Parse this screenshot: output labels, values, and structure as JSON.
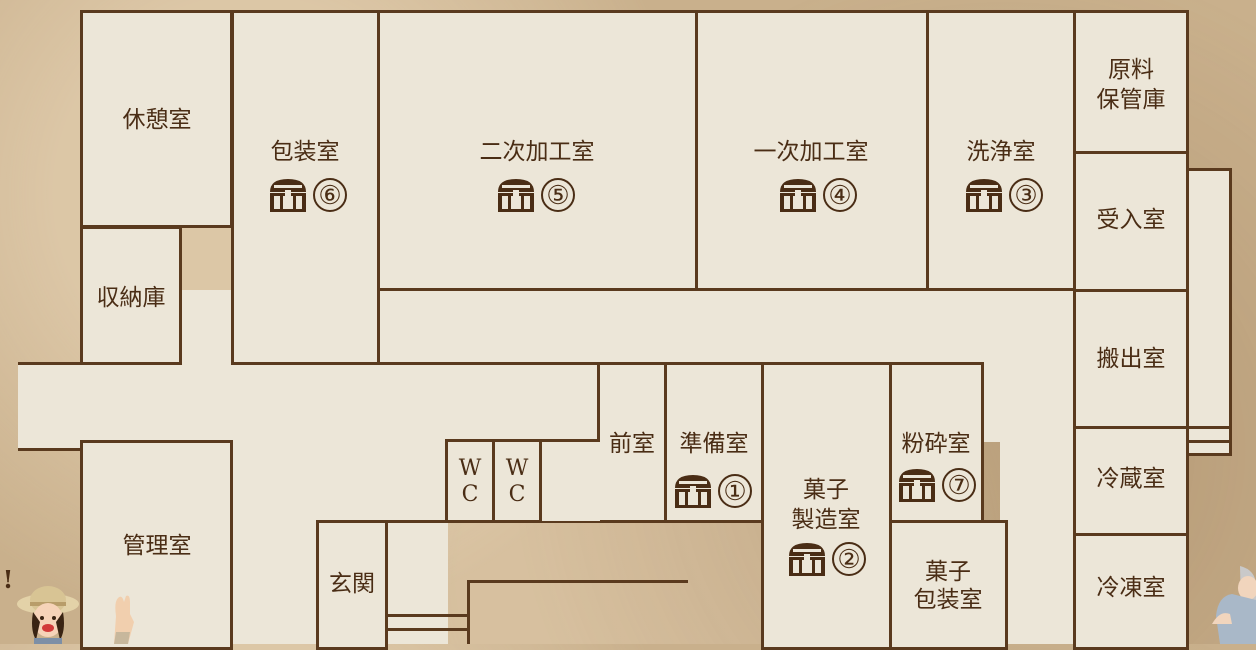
{
  "map": {
    "rooms": {
      "kyukei": "休憩室",
      "shuno": "収納庫",
      "kanri": "管理室",
      "hoso": "包装室",
      "niji": "二次加工室",
      "ichiji": "一次加工室",
      "senjo": "洗浄室",
      "genryo_1": "原料",
      "genryo_2": "保管庫",
      "ukeire": "受入室",
      "hanshutsu": "搬出室",
      "reizo": "冷蔵室",
      "reito": "冷凍室",
      "zenshitsu": "前室",
      "junbi": "準備室",
      "kashi_1": "菓子",
      "kashi_2": "製造室",
      "funsai": "粉砕室",
      "kashihoso_1": "菓子",
      "kashihoso_2": "包装室",
      "genkan": "玄関"
    },
    "wc": [
      "W",
      "C"
    ],
    "chests": {
      "n1": "①",
      "n2": "②",
      "n3": "③",
      "n4": "④",
      "n5": "⑤",
      "n6": "⑥",
      "n7": "⑦"
    },
    "exclaim": "!",
    "colors": {
      "wall": "#5a3a1e",
      "floor": "#ece6d8",
      "background": "#c9b08c"
    }
  }
}
